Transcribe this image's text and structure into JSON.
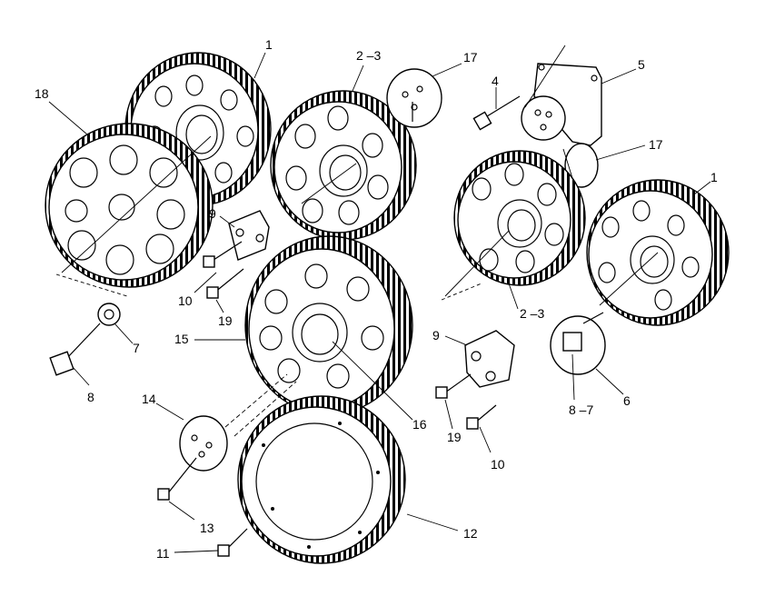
{
  "callouts": {
    "c1_left": "1",
    "c23_top": "2 –3",
    "c17_top": "17",
    "c4": "4",
    "c5": "5",
    "c18": "18",
    "c17_right": "17",
    "c1_right": "1",
    "c9_left": "9",
    "c10_left": "10",
    "c19_left": "19",
    "c2_3_mid": "2 –3",
    "c15": "15",
    "c7": "7",
    "c8_left": "8",
    "c9_right": "9",
    "c87": "8 –7",
    "c6": "6",
    "c16": "16",
    "c14": "14",
    "c19_right": "19",
    "c10_right": "10",
    "c13": "13",
    "c12": "12",
    "c11": "11"
  }
}
